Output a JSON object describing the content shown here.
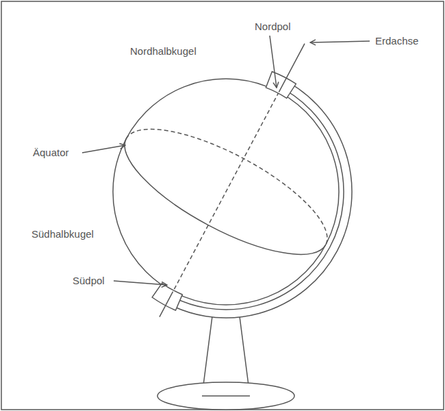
{
  "diagram": {
    "labels": [
      "Nordpol",
      "Erdachse",
      "Nordhalbkugel",
      "Äquator",
      "Südhalbkugel",
      "Südpol"
    ]
  }
}
